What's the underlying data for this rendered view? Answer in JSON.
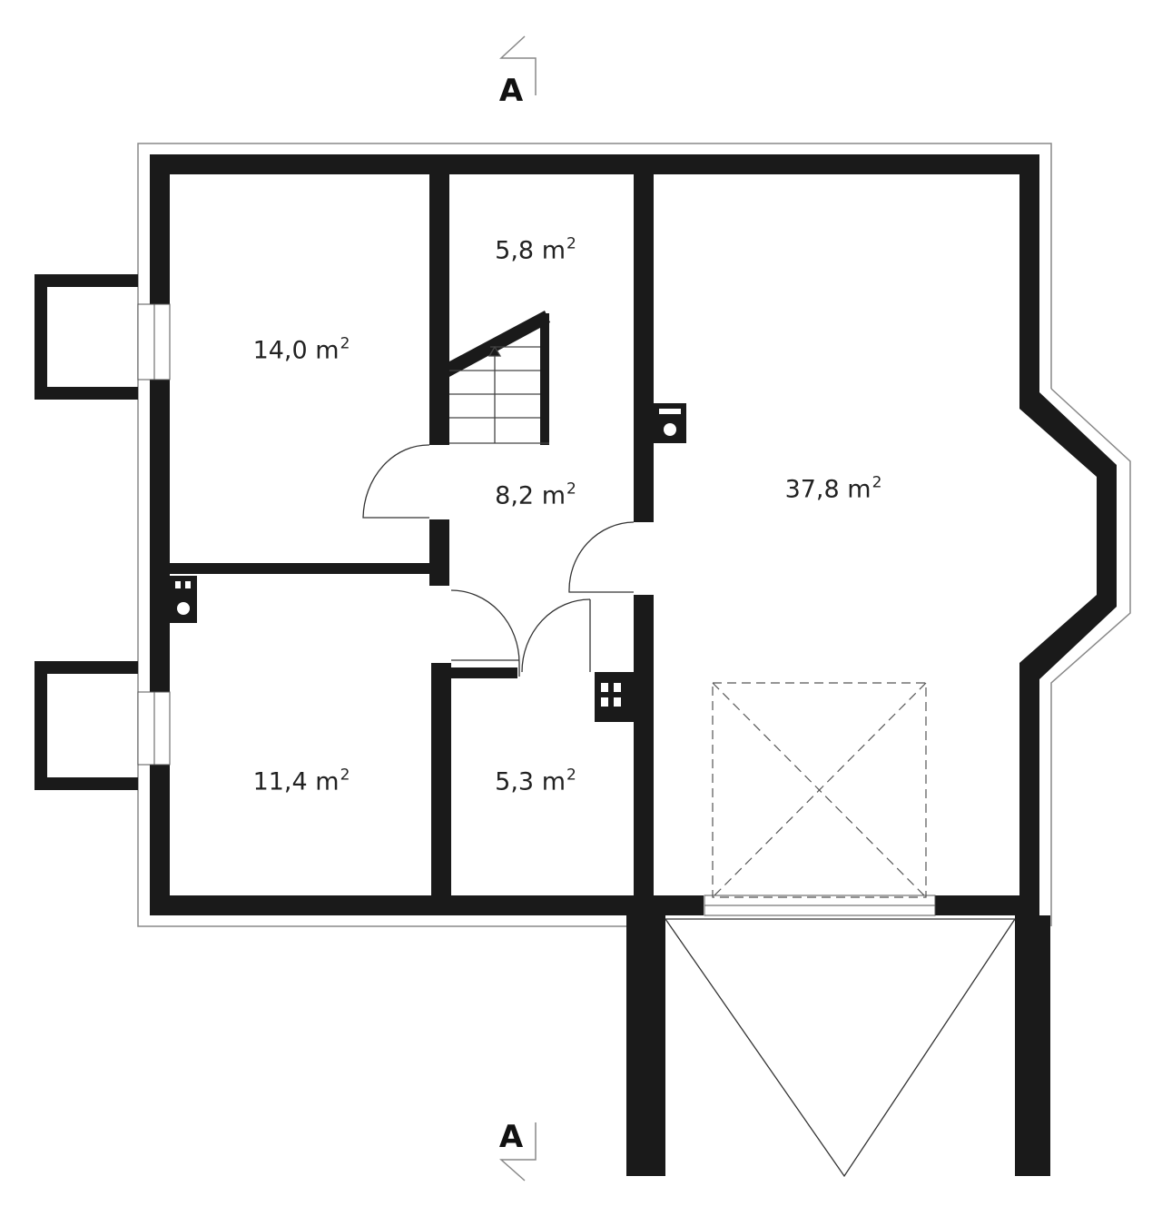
{
  "plan": {
    "section_marker_top": "A",
    "section_marker_bottom": "A",
    "unit_superscript": "2",
    "wall_color": "#1a1a1a",
    "rooms": [
      {
        "id": "room-left-top",
        "area": "14,0 m"
      },
      {
        "id": "room-storage-top",
        "area": "5,8 m"
      },
      {
        "id": "room-hall",
        "area": "8,2 m"
      },
      {
        "id": "room-garage",
        "area": "37,8 m"
      },
      {
        "id": "room-left-bottom",
        "area": "11,4 m"
      },
      {
        "id": "room-small-bottom",
        "area": "5,3 m"
      }
    ]
  }
}
